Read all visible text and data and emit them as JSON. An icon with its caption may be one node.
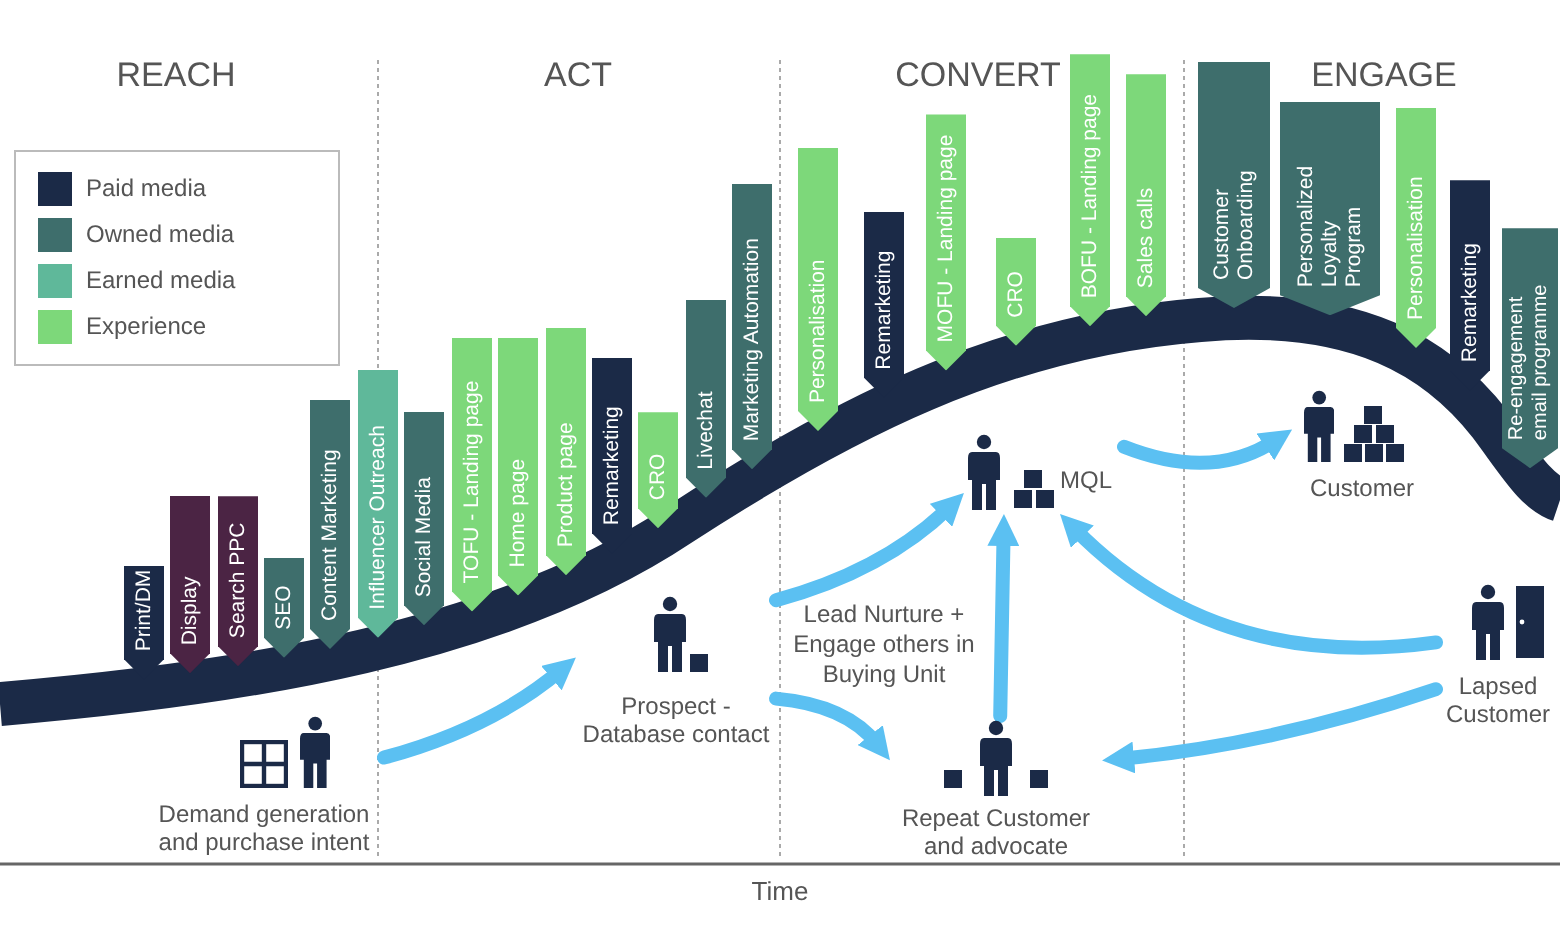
{
  "diagram": {
    "nodes": [
      {
        "text": [
          "Print/DM"
        ]
      },
      {
        "text": [
          "Display"
        ]
      },
      {
        "text": [
          "Search PPC"
        ]
      },
      {
        "text": [
          "SEO"
        ]
      },
      {
        "text": [
          "Content Marketing"
        ]
      },
      {
        "text": [
          "Influencer Outreach"
        ]
      },
      {
        "text": [
          "Social Media"
        ]
      },
      {
        "text": [
          "TOFU - Landing page"
        ]
      },
      {
        "text": [
          "Home page"
        ]
      },
      {
        "text": [
          "Product page"
        ]
      },
      {
        "text": [
          "Remarketing"
        ]
      },
      {
        "text": [
          "CRO"
        ]
      },
      {
        "text": [
          "Livechat"
        ]
      },
      {
        "text": [
          "Marketing Automation"
        ]
      },
      {
        "text": [
          "Personalisation"
        ]
      },
      {
        "text": [
          "Remarketing"
        ]
      },
      {
        "text": [
          "MOFU - Landing page"
        ]
      },
      {
        "text": [
          "CRO"
        ]
      },
      {
        "text": [
          "BOFU - Landing page"
        ]
      },
      {
        "text": [
          "Sales calls"
        ]
      },
      {
        "text": [
          "Customer Onboarding"
        ]
      },
      {
        "text": [
          "Personalized Loyalty Program"
        ]
      },
      {
        "text": [
          "Personalisation"
        ]
      },
      {
        "text": [
          "Remarketing"
        ]
      },
      {
        "text": [
          "Re-engagement email programme"
        ]
      },
      {
        "text": [
          "Demand generation and purchase intent"
        ]
      },
      {
        "text": [
          "Prospect - Database contact"
        ]
      },
      {
        "text": [
          "MQL"
        ]
      },
      {
        "text": [
          "Customer"
        ]
      },
      {
        "text": [
          "Lapsed Customer"
        ]
      },
      {
        "text": [
          "Repeat Customer and advocate"
        ]
      }
    ],
    "edges": [
      {
        "from": 25,
        "to": 26,
        "arrow": "to"
      },
      {
        "from": 26,
        "to": 27,
        "arrow": "to"
      },
      {
        "from": 26,
        "to": 30,
        "arrow": "to"
      },
      {
        "from": 30,
        "to": 27,
        "arrow": "to",
        "label": "Lead Nurture + Engage others in Buying Unit"
      },
      {
        "from": 27,
        "to": 28,
        "arrow": "to"
      },
      {
        "from": 29,
        "to": 27,
        "arrow": "to"
      },
      {
        "from": 29,
        "to": 30,
        "arrow": "to"
      }
    ],
    "labels": [
      "REACH",
      "ACT",
      "CONVERT",
      "ENGAGE",
      "Time"
    ],
    "legend": [
      {
        "text": "Paid media",
        "color": "#1b2a47"
      },
      {
        "text": "Owned media",
        "color": "#3e6e6c"
      },
      {
        "text": "Earned media",
        "color": "#5fb89a"
      },
      {
        "text": "Experience",
        "color": "#7dd87a"
      }
    ]
  }
}
